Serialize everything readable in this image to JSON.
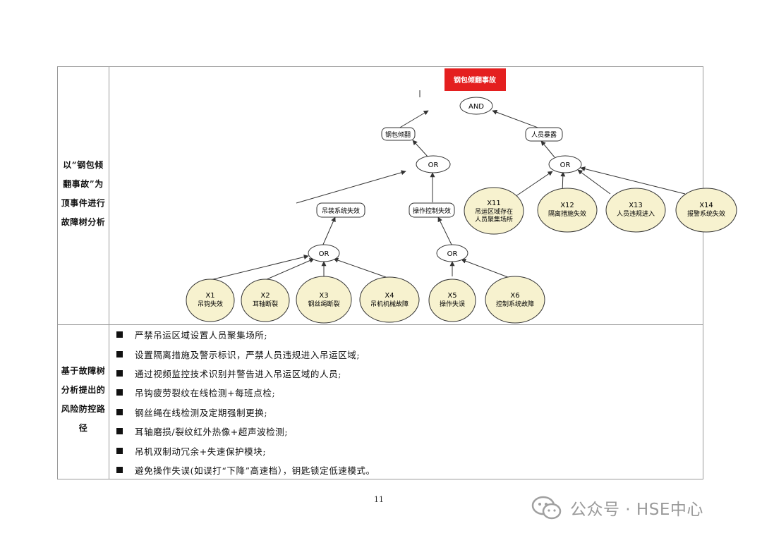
{
  "table": {
    "row1_label_lines": [
      "以“钢包倾",
      "翻事故”为",
      "顶事件进行",
      "故障树分析"
    ],
    "row2_label_lines": [
      "基于故障树",
      "分析提出的",
      "风险防控路",
      "径"
    ]
  },
  "fault_tree": {
    "top_event": "钢包倾翻事故",
    "gate_top": "AND",
    "event_ladle": "钢包倾翻",
    "event_exposure": "人员暴露",
    "gate_ladle": "OR",
    "gate_exposure": "OR",
    "event_hoist": "吊装系统失效",
    "event_control": "操作控制失效",
    "gate_hoist": "OR",
    "gate_control": "OR",
    "basic_events": [
      {
        "id": "X1",
        "label": "吊钩失效"
      },
      {
        "id": "X2",
        "label": "耳轴断裂"
      },
      {
        "id": "X3",
        "label": "钢丝绳断裂"
      },
      {
        "id": "X4",
        "label": "吊机机械故障"
      },
      {
        "id": "X5",
        "label": "操作失误"
      },
      {
        "id": "X6",
        "label": "控制系统故障"
      },
      {
        "id": "X11",
        "label_line1": "吊运区域存在",
        "label_line2": "人员聚集场所"
      },
      {
        "id": "X12",
        "label": "隔离措施失效"
      },
      {
        "id": "X13",
        "label": "人员违规进入"
      },
      {
        "id": "X14",
        "label": "报警系统失效"
      }
    ],
    "colors": {
      "top_event_fill": "#e41f1f",
      "basic_fill": "#f7f2cf",
      "line": "#333333"
    }
  },
  "measures": [
    "严禁吊运区域设置人员聚集场所;",
    "设置隔离措施及警示标识，严禁人员违规进入吊运区域;",
    "通过视频监控技术识别并警告进入吊运区域的人员;",
    "吊钩疲劳裂纹在线检测+每班点检;",
    "钢丝绳在线检测及定期强制更换;",
    "耳轴磨损/裂纹红外热像+超声波检测;",
    "吊机双制动冗余+失速保护模块;",
    "避免操作失误(如误打“下降”高速档），钥匙锁定低速模式。"
  ],
  "page_number": "11",
  "watermark": "公众号 · HSE中心"
}
